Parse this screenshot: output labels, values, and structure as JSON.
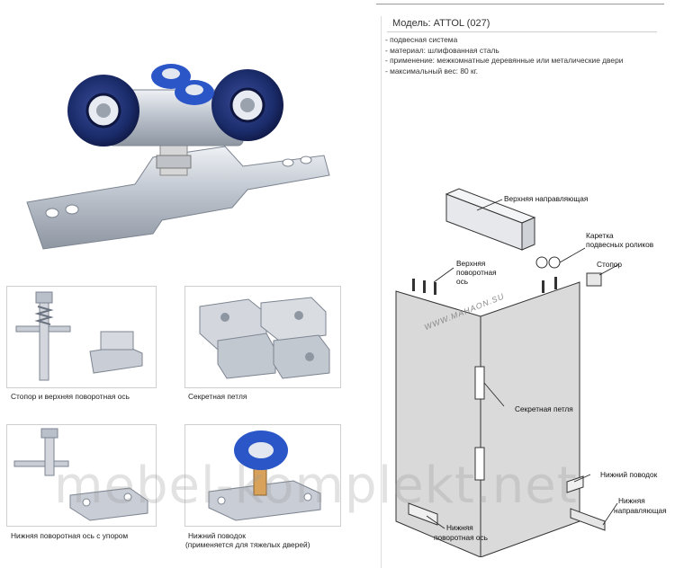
{
  "model": {
    "title": "Модель: ATTOL (027)"
  },
  "specs": [
    "-  подвесная система",
    "-  материал: шлифованная сталь",
    "-  применение: межкомнатные деревянные или металические двери",
    "-   максимальный вес: 80 кг."
  ],
  "panels": {
    "stopper_axis": "Стопор и верхняя поворотная ось",
    "secret_hinge": "Секретная петля",
    "lower_axis_stop": "Нижняя поворотная ось с упором",
    "lower_guide_line1": "Нижний поводок",
    "lower_guide_line2": "(применяется для тяжелых дверей)"
  },
  "diagram_labels": {
    "top_rail": "Верхняя направляющая",
    "carriage_line1": "Каретка",
    "carriage_line2": "подвесных роликов",
    "stopper": "Стопор",
    "upper_axis_line1": "Верхняя",
    "upper_axis_line2": "поворотная",
    "upper_axis_line3": "ось",
    "secret_hinge": "Секретная петля",
    "lower_guide": "Нижний поводок",
    "lower_rail_line1": "Нижняя",
    "lower_rail_line2": "направляющая",
    "lower_axis_line1": "Нижняя",
    "lower_axis_line2": "поворотная ось"
  },
  "watermarks": {
    "diagram": "WWW.MAHAON.SU",
    "page": "mebel-komplekt.net"
  },
  "colors": {
    "roller_blue": "#1b2c6b",
    "accent_blue": "#2a56c8",
    "steel": "#c9ced6",
    "door": "#d9d9d9"
  }
}
